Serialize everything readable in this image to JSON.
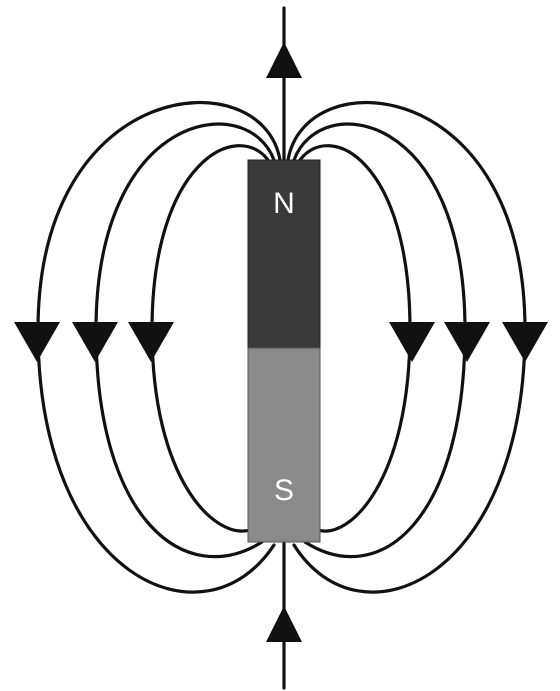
{
  "magnet": {
    "north_label": "N",
    "south_label": "S",
    "north_color": "#3a3a3a",
    "south_color": "#8a8a8a"
  },
  "field": {
    "line_color": "#111111",
    "arrow_direction": "N to S"
  }
}
